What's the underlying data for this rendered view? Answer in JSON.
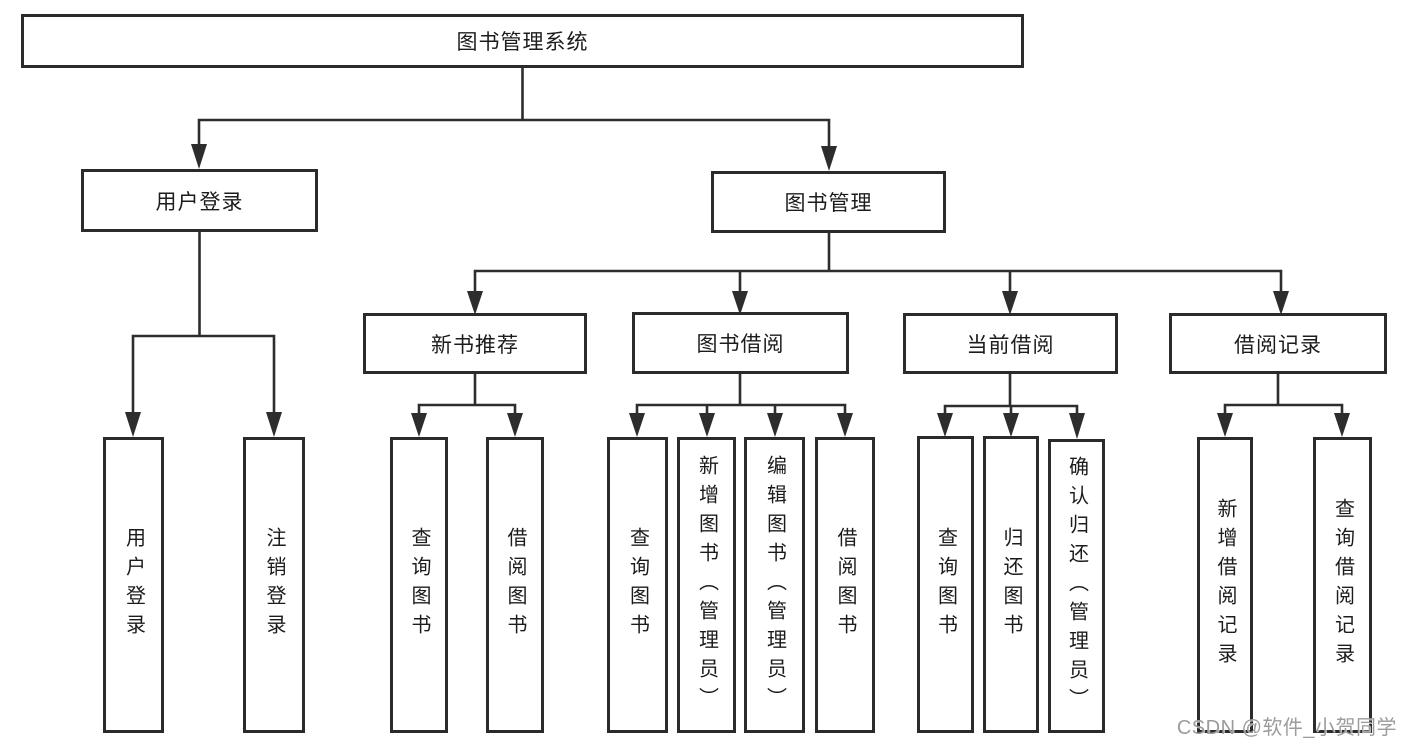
{
  "diagram": {
    "root": {
      "label": "图书管理系统"
    },
    "level2": [
      {
        "label": "用户登录"
      },
      {
        "label": "图书管理"
      }
    ],
    "level3": [
      {
        "label": "新书推荐"
      },
      {
        "label": "图书借阅"
      },
      {
        "label": "当前借阅"
      },
      {
        "label": "借阅记录"
      }
    ],
    "leaf_groups": [
      {
        "parent": "用户登录",
        "items": [
          {
            "label": "用户登录"
          },
          {
            "label": "注销登录"
          }
        ]
      },
      {
        "parent": "新书推荐",
        "items": [
          {
            "label": "查询图书"
          },
          {
            "label": "借阅图书"
          }
        ]
      },
      {
        "parent": "图书借阅",
        "items": [
          {
            "label": "查询图书"
          },
          {
            "label": "新增图书（管理员）"
          },
          {
            "label": "编辑图书（管理员）"
          },
          {
            "label": "借阅图书"
          }
        ]
      },
      {
        "parent": "当前借阅",
        "items": [
          {
            "label": "查询图书"
          },
          {
            "label": "归还图书"
          },
          {
            "label": "确认归还（管理员）"
          }
        ]
      },
      {
        "parent": "借阅记录",
        "items": [
          {
            "label": "新增借阅记录"
          },
          {
            "label": "查询借阅记录"
          }
        ]
      }
    ]
  },
  "watermark": {
    "text": "CSDN @软件_小贺同学"
  },
  "colors": {
    "line": "#2d2d2d",
    "border": "#2b2b2b",
    "text": "#1c1c1c",
    "watermark": "#9c9c9c",
    "background": "#ffffff"
  }
}
